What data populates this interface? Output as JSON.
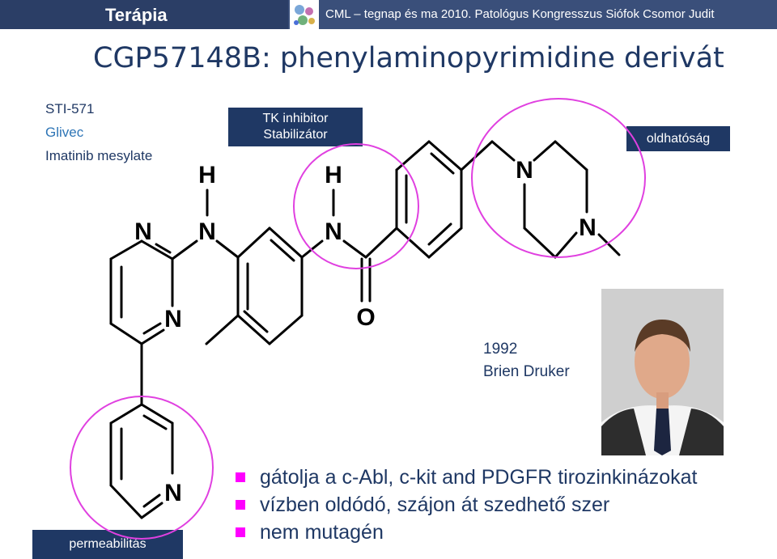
{
  "header": {
    "section": "Terápia",
    "info": "CML – tegnap és ma 2010. Patológus Kongresszus Siófok Csomor Judit",
    "logo_icon": "conference-logo-icon"
  },
  "slide": {
    "title": "CGP57148B: phenylaminopyrimidine derivát"
  },
  "drug_names": [
    "STI-571",
    "Glivec",
    "Imatinib mesylate"
  ],
  "annotations": {
    "tk_line1": "TK inhibitor",
    "tk_line2": "Stabilizátor",
    "solubility": "oldhatóság",
    "permeability": "permeabilitás"
  },
  "molecule": {
    "atoms": {
      "h1": "H",
      "h2": "H",
      "n_pyr_top": "N",
      "n_amine": "N",
      "n_amide": "N",
      "n_pip_top": "N",
      "n_pip_bottom": "N",
      "n_pyr_mid": "N",
      "o_carbonyl": "O",
      "n_pyridine": "N"
    },
    "highlight_color": "#e040e0"
  },
  "discovery": {
    "year": "1992",
    "person": "Brien Druker"
  },
  "bullets": [
    "gátolja a c-Abl, c-kit and PDGFR tirozinkinázokat",
    "vízben oldódó, szájon át szedhető szer",
    "nem mutagén"
  ],
  "colors": {
    "header_bg": "#2b3e66",
    "label_bg": "#1f3864",
    "bullet_marker": "#ff00ff"
  }
}
